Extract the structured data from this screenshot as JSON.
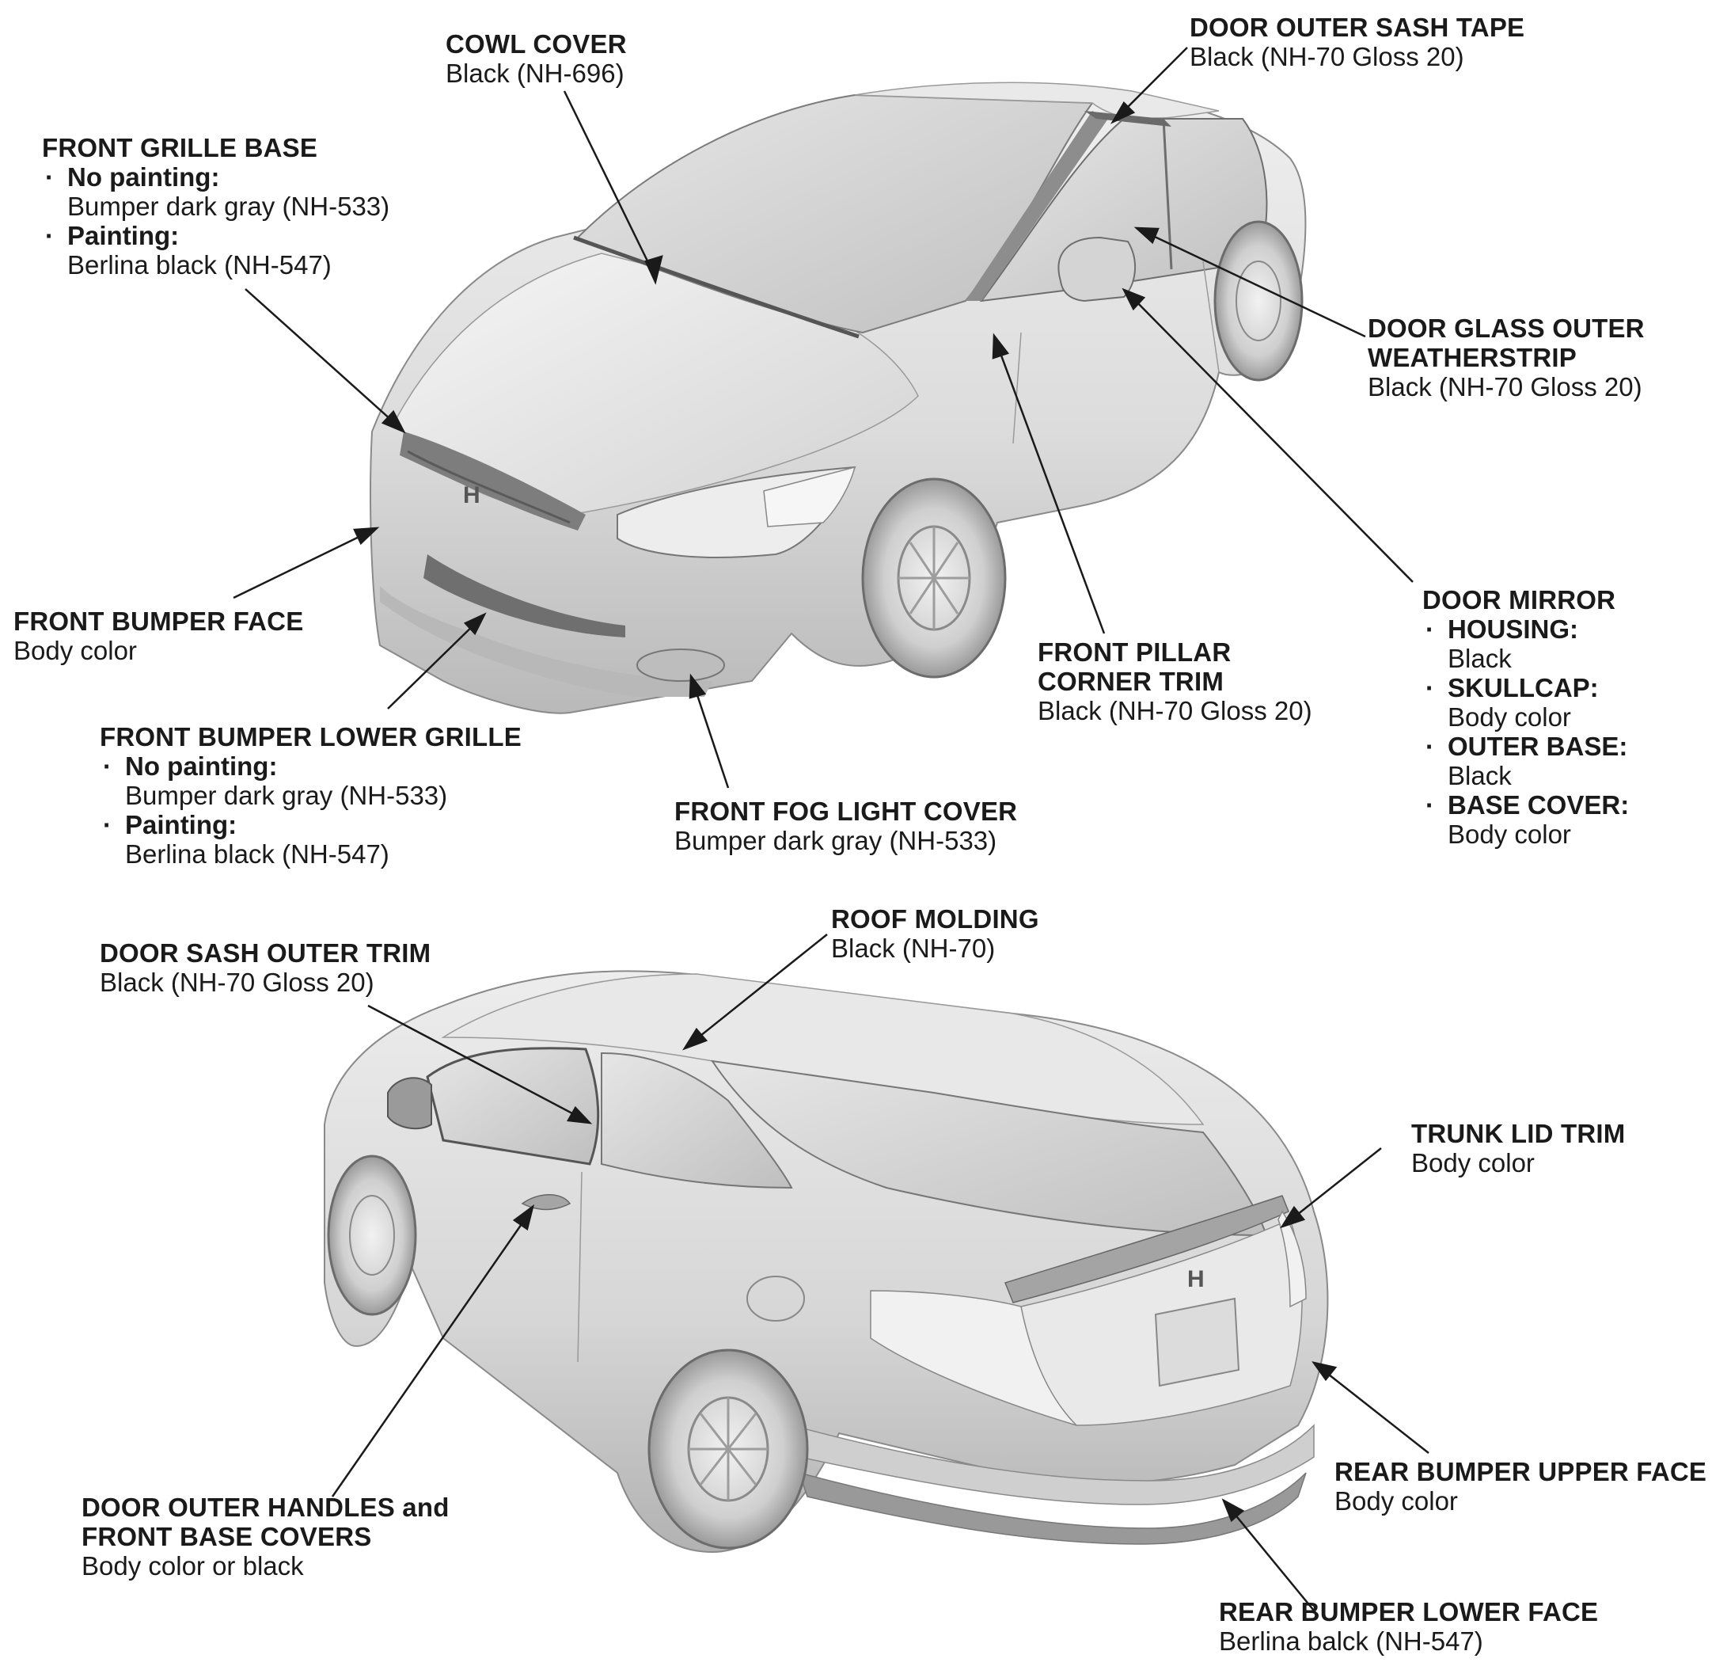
{
  "callouts": {
    "cowl_cover": {
      "title": [
        "COWL COVER"
      ],
      "desc": [
        "Black (NH-696)"
      ]
    },
    "door_outer_sash_tape": {
      "title": [
        "DOOR OUTER SASH TAPE"
      ],
      "desc": [
        "Black (NH-70 Gloss 20)"
      ]
    },
    "front_grille_base": {
      "title": [
        "FRONT GRILLE BASE"
      ],
      "subs": [
        {
          "label": "No painting:",
          "value": "Bumper dark gray (NH-533)"
        },
        {
          "label": "Painting:",
          "value": "Berlina black (NH-547)"
        }
      ]
    },
    "door_glass_outer_weatherstrip": {
      "title": [
        "DOOR GLASS OUTER",
        "WEATHERSTRIP"
      ],
      "desc": [
        "Black (NH-70 Gloss 20)"
      ]
    },
    "door_mirror": {
      "title": [
        "DOOR MIRROR"
      ],
      "subs": [
        {
          "label": "HOUSING:",
          "value": "Black"
        },
        {
          "label": "SKULLCAP:",
          "value": "Body color"
        },
        {
          "label": "OUTER BASE:",
          "value": "Black"
        },
        {
          "label": "BASE COVER:",
          "value": "Body color"
        }
      ]
    },
    "front_bumper_face": {
      "title": [
        "FRONT BUMPER FACE"
      ],
      "desc": [
        "Body color"
      ]
    },
    "front_pillar_corner_trim": {
      "title": [
        "FRONT PILLAR",
        "CORNER TRIM"
      ],
      "desc": [
        "Black (NH-70 Gloss 20)"
      ]
    },
    "front_bumper_lower_grille": {
      "title": [
        "FRONT BUMPER LOWER GRILLE"
      ],
      "subs": [
        {
          "label": "No painting:",
          "value": "Bumper dark gray (NH-533)"
        },
        {
          "label": "Painting:",
          "value": "Berlina black (NH-547)"
        }
      ]
    },
    "front_fog_light_cover": {
      "title": [
        "FRONT FOG LIGHT COVER"
      ],
      "desc": [
        "Bumper dark gray (NH-533)"
      ]
    },
    "roof_molding": {
      "title": [
        "ROOF MOLDING"
      ],
      "desc": [
        "Black (NH-70)"
      ]
    },
    "door_sash_outer_trim": {
      "title": [
        "DOOR SASH OUTER TRIM"
      ],
      "desc": [
        "Black (NH-70 Gloss 20)"
      ]
    },
    "trunk_lid_trim": {
      "title": [
        "TRUNK LID TRIM"
      ],
      "desc": [
        "Body color"
      ]
    },
    "door_outer_handles": {
      "title": [
        "DOOR OUTER HANDLES and",
        "FRONT BASE COVERS"
      ],
      "desc": [
        "Body color or black"
      ]
    },
    "rear_bumper_upper_face": {
      "title": [
        "REAR BUMPER UPPER FACE"
      ],
      "desc": [
        "Body color"
      ]
    },
    "rear_bumper_lower_face": {
      "title": [
        "REAR BUMPER LOWER FACE"
      ],
      "desc": [
        "Berlina balck (NH-547)"
      ]
    }
  },
  "bullet_glyph": "·",
  "badge_glyph": "H",
  "colors": {
    "ink": "#1a1a1a",
    "body_light": "#e4e4e4",
    "body_mid": "#c9c9c9",
    "body_dark": "#8f8f8f",
    "glass": "#b3b3b3"
  }
}
